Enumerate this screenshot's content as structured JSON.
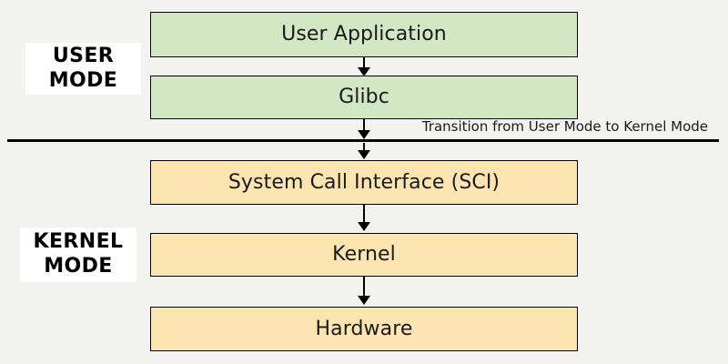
{
  "diagram": {
    "background_color": "#f2f2f0",
    "user_mode": {
      "label_line1": "USER",
      "label_line2": "MODE",
      "fill_color": "#d2e8c4",
      "boxes": [
        {
          "label": "User Application"
        },
        {
          "label": "Glibc"
        }
      ]
    },
    "kernel_mode": {
      "label_line1": "KERNEL",
      "label_line2": "MODE",
      "fill_color": "#fce5b0",
      "boxes": [
        {
          "label": "System Call Interface (SCI)"
        },
        {
          "label": "Kernel"
        },
        {
          "label": "Hardware"
        }
      ]
    },
    "transition": {
      "note": "Transition from User Mode to Kernel Mode",
      "line_color": "#000000"
    }
  }
}
